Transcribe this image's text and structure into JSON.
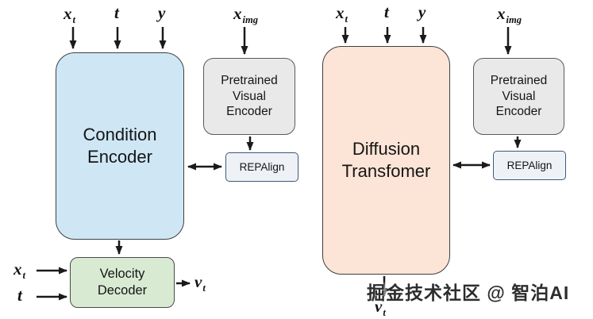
{
  "left": {
    "top_inputs": [
      {
        "base": "x",
        "sub": "t"
      },
      {
        "base": "t",
        "sub": ""
      },
      {
        "base": "y",
        "sub": ""
      }
    ],
    "img_input": {
      "base": "x",
      "sub": "img"
    },
    "condition_encoder_label": "Condition Encoder",
    "pretrained_encoder_label": "Pretrained Visual Encoder",
    "repalign_label": "REPAlign",
    "velocity_decoder_label": "Velocity Decoder",
    "decoder_inputs": [
      {
        "base": "x",
        "sub": "t"
      },
      {
        "base": "t",
        "sub": ""
      }
    ],
    "output": {
      "base": "v",
      "sub": "t"
    }
  },
  "right": {
    "top_inputs": [
      {
        "base": "x",
        "sub": "t"
      },
      {
        "base": "t",
        "sub": ""
      },
      {
        "base": "y",
        "sub": ""
      }
    ],
    "img_input": {
      "base": "x",
      "sub": "img"
    },
    "diffusion_transformer_label": "Diffusion Transfomer",
    "pretrained_encoder_label": "Pretrained Visual Encoder",
    "repalign_label": "REPAlign",
    "output": {
      "base": "v",
      "sub": "t"
    }
  },
  "watermark": "掘金技术社区 @ 智泊AI",
  "colors": {
    "condition_encoder_bg": "#cfe7f5",
    "diffusion_transformer_bg": "#fce4d6",
    "pretrained_encoder_bg": "#e9e9e9",
    "repalign_bg": "#eef2f7",
    "velocity_decoder_bg": "#d9ead3",
    "arrow": "#1a1a1a"
  }
}
